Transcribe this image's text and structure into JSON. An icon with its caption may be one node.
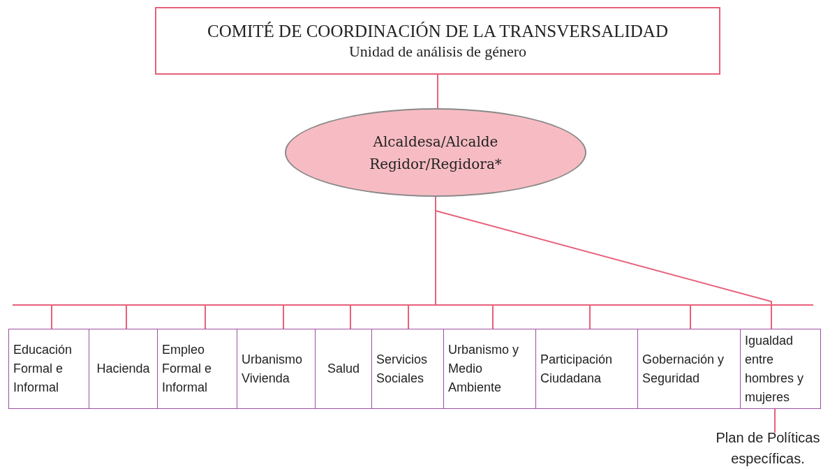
{
  "diagram": {
    "nodes": [
      {
        "text": [
          "COMITÉ DE COORDINACIÓN DE LA TRANSVERSALIDAD",
          "Unidad de análisis de género"
        ]
      },
      {
        "text": [
          "Alcaldesa/Alcalde Regidor/Regidora*"
        ]
      },
      {
        "text": [
          "Educación Formal e Informal"
        ]
      },
      {
        "text": [
          "Hacienda"
        ]
      },
      {
        "text": [
          "Empleo Formal e Informal"
        ]
      },
      {
        "text": [
          "Urbanismo Vivienda"
        ]
      },
      {
        "text": [
          "Salud"
        ]
      },
      {
        "text": [
          "Servicios Sociales"
        ]
      },
      {
        "text": [
          "Urbanismo y Medio Ambiente"
        ]
      },
      {
        "text": [
          "Participación Ciudadana"
        ]
      },
      {
        "text": [
          "Gobernación y Seguridad"
        ]
      },
      {
        "text": [
          "Igualdad entre hombres y mujeres"
        ]
      },
      {
        "text": [
          "Plan de Políticas específicas."
        ]
      }
    ],
    "edges": [
      {
        "from": 0,
        "to": 1,
        "arrow": "none"
      },
      {
        "from": 1,
        "to": 2,
        "arrow": "none"
      },
      {
        "from": 1,
        "to": 3,
        "arrow": "none"
      },
      {
        "from": 1,
        "to": 4,
        "arrow": "none"
      },
      {
        "from": 1,
        "to": 5,
        "arrow": "none"
      },
      {
        "from": 1,
        "to": 6,
        "arrow": "none"
      },
      {
        "from": 1,
        "to": 7,
        "arrow": "none"
      },
      {
        "from": 1,
        "to": 8,
        "arrow": "none"
      },
      {
        "from": 1,
        "to": 9,
        "arrow": "none"
      },
      {
        "from": 1,
        "to": 10,
        "arrow": "none"
      },
      {
        "from": 1,
        "to": 11,
        "arrow": "none"
      },
      {
        "from": 1,
        "to": 11,
        "arrow": "none"
      },
      {
        "from": 11,
        "to": 12,
        "arrow": "none"
      }
    ]
  }
}
